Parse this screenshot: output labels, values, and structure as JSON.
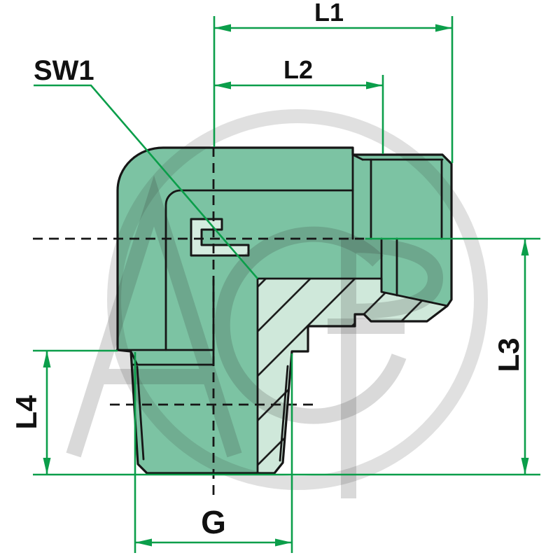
{
  "page": {
    "background": "#ffffff"
  },
  "watermark": {
    "text": "AGP"
  },
  "labels": {
    "l1": "L1",
    "l2": "L2",
    "sw1": "SW1",
    "l3": "L3",
    "l4": "L4",
    "g": "G"
  },
  "colors": {
    "body_fill": "#7cc3a3",
    "section_fill": "#cfe8da",
    "cutout_fill": "#d4ecdf",
    "dimension_green": "#0b9e4a",
    "line_black": "#161616",
    "watermark_gray": "#d2d2d2"
  }
}
